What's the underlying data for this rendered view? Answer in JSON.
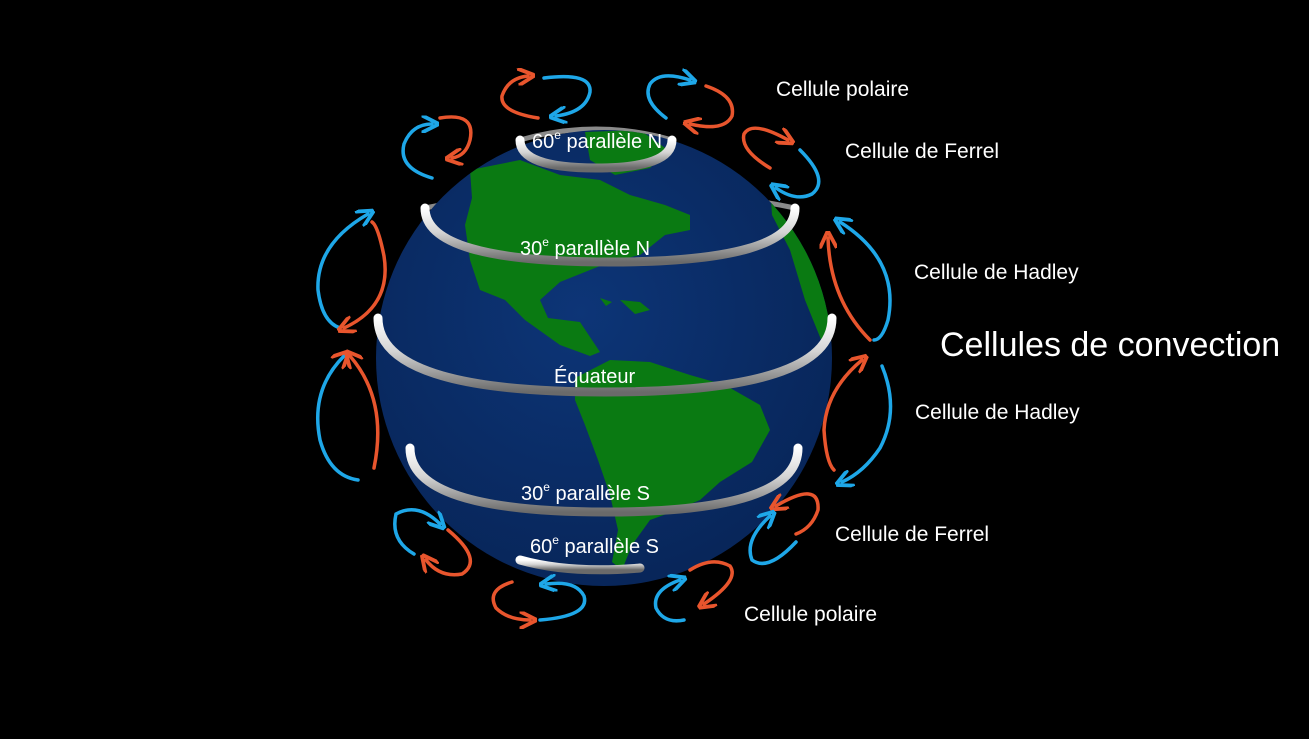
{
  "title": "Cellules de convection",
  "colors": {
    "background": "#000000",
    "ocean": "#0b2d66",
    "land": "#0a7a12",
    "warm_arrow": "#e8552d",
    "cold_arrow": "#1ea7e8",
    "text": "#ffffff"
  },
  "parallels": {
    "n60": {
      "num": "60",
      "sup": "e",
      "rest": " parallèle N"
    },
    "n30": {
      "num": "30",
      "sup": "e",
      "rest": " parallèle N"
    },
    "equator": {
      "label": "Équateur"
    },
    "s30": {
      "num": "30",
      "sup": "e",
      "rest": " parallèle S"
    },
    "s60": {
      "num": "60",
      "sup": "e",
      "rest": " parallèle S"
    }
  },
  "cells": {
    "polar_n": "Cellule polaire",
    "ferrel_n": "Cellule de Ferrel",
    "hadley_n": "Cellule de Hadley",
    "hadley_s": "Cellule de Hadley",
    "ferrel_s": "Cellule de Ferrel",
    "polar_s": "Cellule polaire"
  }
}
